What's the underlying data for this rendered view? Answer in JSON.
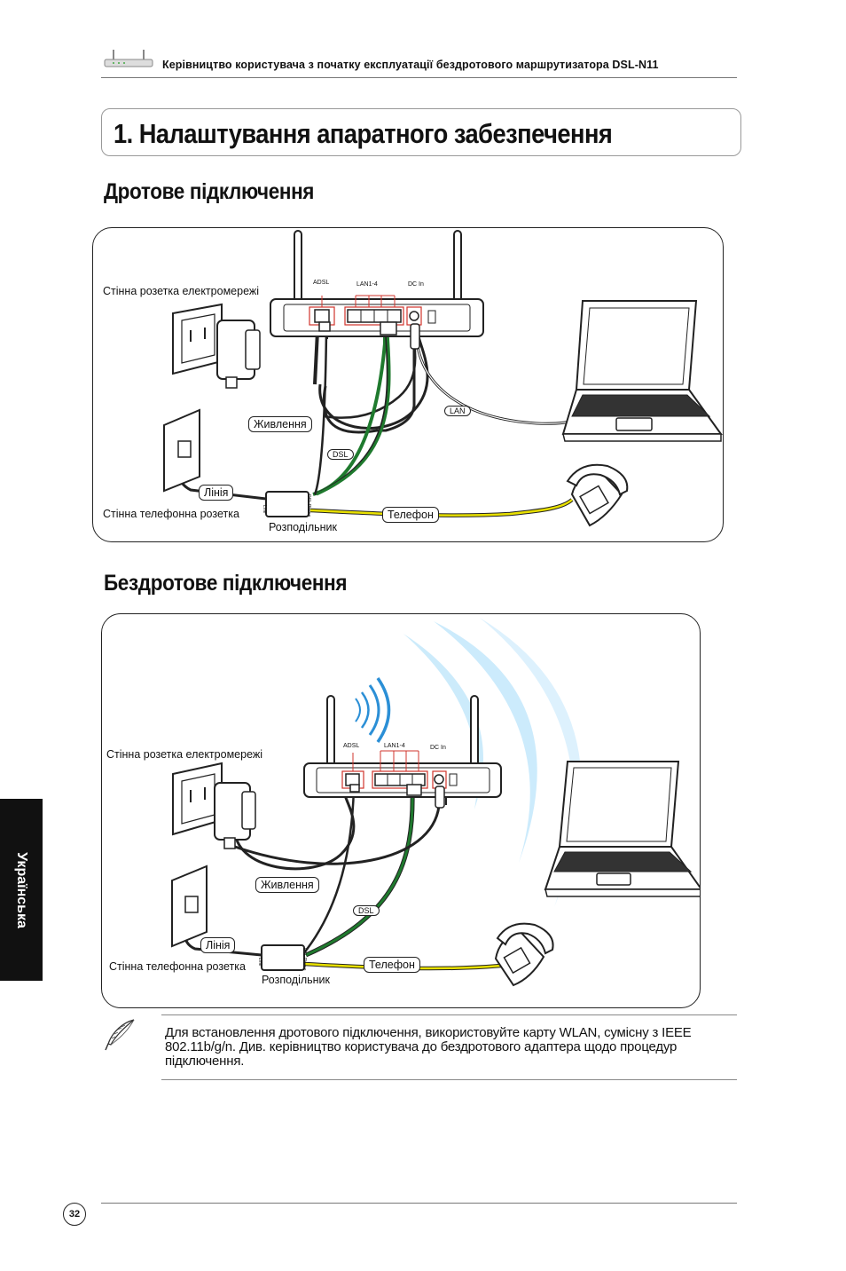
{
  "header": {
    "text": "Керівництво користувача з початку експлуатації бездротового маршрутизатора DSL-N11"
  },
  "title": "1. Налаштування апаратного забезпечення",
  "wired": {
    "heading": "Дротове підключення",
    "wall_power": "Стінна розетка електромережі",
    "power": "Живлення",
    "line": "Лінія",
    "wall_phone": "Стінна телефонна розетка",
    "splitter": "Розподільник",
    "phone": "Телефон",
    "dsl": "DSL",
    "lan": "LAN",
    "port_adsl": "ADSL",
    "port_lan": "LAN1-4",
    "port_dc": "DC In",
    "splitter_line": "Line",
    "splitter_dsl": "DSL Phone"
  },
  "wireless": {
    "heading": "Бездротове підключення",
    "wall_power": "Стінна розетка електромережі",
    "power": "Живлення",
    "line": "Лінія",
    "wall_phone": "Стінна телефонна розетка",
    "splitter": "Розподільник",
    "phone": "Телефон",
    "dsl": "DSL",
    "port_adsl": "ADSL",
    "port_lan": "LAN1-4",
    "port_dc": "DC In",
    "splitter_line": "Line",
    "splitter_dsl": "DSL Phone"
  },
  "sidebar": {
    "language": "Українська"
  },
  "note": {
    "text": "Для встановлення дротового підключення, використовуйте карту WLAN, сумісну з IEEE 802.11b/g/n. Див. керівництво користувача до бездротового адаптера щодо процедур підключення."
  },
  "page": {
    "number": "32"
  },
  "colors": {
    "dsl_cable": "#1f7a2e",
    "phone_cable": "#e8e000",
    "wifi_wave": "#bfe6fb",
    "port_highlight": "#d0342c"
  }
}
